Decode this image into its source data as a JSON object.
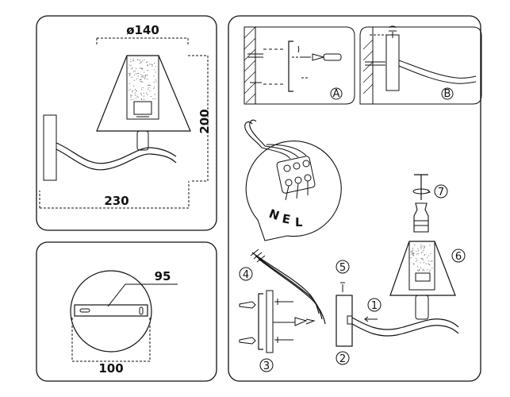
{
  "dimensions": {
    "diameter": "ø140",
    "height": "200",
    "width": "230",
    "plate_width": "95",
    "plate_diameter": "100"
  },
  "wiring": {
    "n": "N",
    "e": "E",
    "l": "L"
  },
  "callouts": {
    "a": "A",
    "b": "B",
    "s1": "1",
    "s2": "2",
    "s3": "3",
    "s4": "4",
    "s5": "5",
    "s6": "6",
    "s7": "7"
  },
  "colors": {
    "line": "#111111",
    "panel_bg": "#ffffff",
    "speckle": "#777777"
  }
}
